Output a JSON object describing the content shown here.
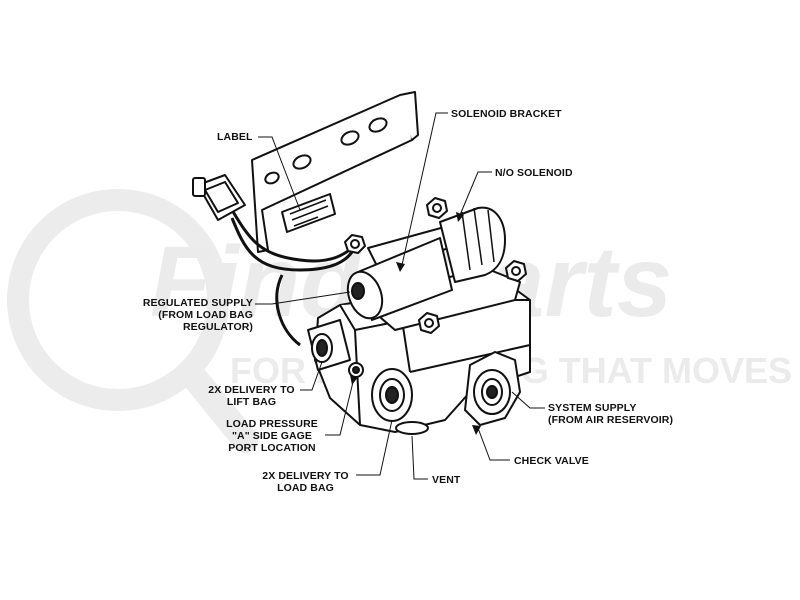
{
  "watermark": {
    "brand": "FinditParts",
    "tagline": "FOR EVERYTHING THAT MOVES",
    "color": "#ebebeb",
    "accent": "#f2c9c9"
  },
  "callouts": {
    "label": "LABEL",
    "solenoid_bracket": "SOLENOID BRACKET",
    "no_solenoid": "N/O SOLENOID",
    "regulated_supply": [
      "REGULATED SUPPLY",
      "(FROM LOAD BAG",
      "REGULATOR)"
    ],
    "delivery_lift": [
      "2X DELIVERY TO",
      "LIFT BAG"
    ],
    "load_pressure": [
      "LOAD PRESSURE",
      "\"A\" SIDE GAGE",
      "PORT LOCATION"
    ],
    "delivery_load": [
      "2X DELIVERY TO",
      "LOAD BAG"
    ],
    "vent": "VENT",
    "system_supply": [
      "SYSTEM SUPPLY",
      "(FROM AIR RESERVOIR)"
    ],
    "check_valve": "CHECK VALVE"
  }
}
